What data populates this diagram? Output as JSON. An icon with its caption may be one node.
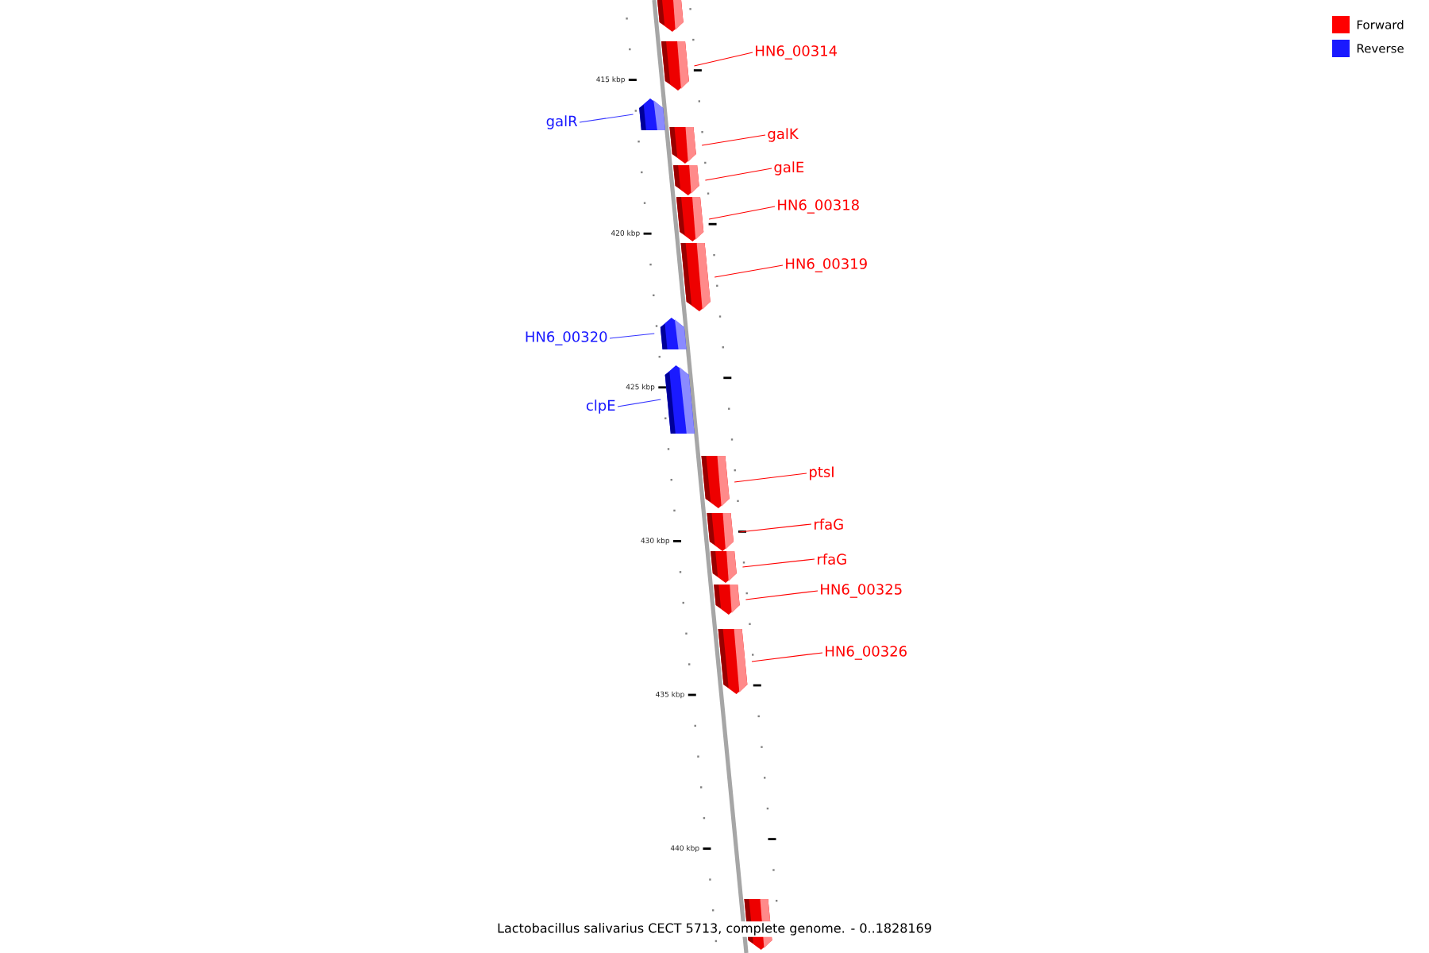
{
  "diagram": {
    "caption": "Lactobacillus salivarius CECT 5713, complete genome. - 0..1828169",
    "nodes": [
      {
        "text": [],
        "shape": "box"
      },
      {
        "text": [
          "HN6_00314"
        ]
      },
      {
        "text": [],
        "shape": "box"
      },
      {
        "text": [
          "galR"
        ]
      },
      {
        "text": [],
        "shape": "box"
      },
      {
        "text": [
          "galK"
        ]
      },
      {
        "text": [],
        "shape": "box"
      },
      {
        "text": [
          "galE"
        ]
      },
      {
        "text": [],
        "shape": "box"
      },
      {
        "text": [
          "HN6_00318"
        ]
      },
      {
        "text": [],
        "shape": "box"
      },
      {
        "text": [
          "HN6_00319"
        ]
      },
      {
        "text": [],
        "shape": "box"
      },
      {
        "text": [
          "HN6_00320"
        ]
      },
      {
        "text": [],
        "shape": "box"
      },
      {
        "text": [
          "clpE"
        ]
      },
      {
        "text": [],
        "shape": "box"
      },
      {
        "text": [
          "ptsI"
        ]
      },
      {
        "text": [],
        "shape": "box"
      },
      {
        "text": [
          "rfaG"
        ]
      },
      {
        "text": [],
        "shape": "box"
      },
      {
        "text": [
          "rfaG"
        ]
      },
      {
        "text": [],
        "shape": "box"
      },
      {
        "text": [
          "HN6_00325"
        ]
      },
      {
        "text": [],
        "shape": "box"
      },
      {
        "text": [
          "HN6_00326"
        ]
      },
      {
        "text": [],
        "shape": "box"
      },
      {
        "text": [],
        "shape": "box"
      }
    ],
    "edges": [
      {
        "from": 1,
        "to": 2,
        "arrow": "none"
      },
      {
        "from": 3,
        "to": 4,
        "arrow": "none",
        "color": "#1a1aff"
      },
      {
        "from": 5,
        "to": 6,
        "arrow": "none"
      },
      {
        "from": 7,
        "to": 8,
        "arrow": "none"
      },
      {
        "from": 9,
        "to": 10,
        "arrow": "none"
      },
      {
        "from": 11,
        "to": 12,
        "arrow": "none"
      },
      {
        "from": 13,
        "to": 14,
        "arrow": "none",
        "color": "#1a1aff"
      },
      {
        "from": 15,
        "to": 16,
        "arrow": "none",
        "color": "#1a1aff"
      },
      {
        "from": 17,
        "to": 18,
        "arrow": "none"
      },
      {
        "from": 19,
        "to": 20,
        "arrow": "none"
      },
      {
        "from": 21,
        "to": 22,
        "arrow": "none"
      },
      {
        "from": 23,
        "to": 24,
        "arrow": "none"
      },
      {
        "from": 25,
        "to": 26,
        "arrow": "none"
      }
    ],
    "labels": [
      "415 kbp",
      "420 kbp",
      "425 kbp",
      "430 kbp",
      "435 kbp",
      "440 kbp"
    ],
    "legend": [
      {
        "text": "Forward",
        "color": "#ff0000"
      },
      {
        "text": "Reverse",
        "color": "#1a1aff"
      }
    ]
  }
}
